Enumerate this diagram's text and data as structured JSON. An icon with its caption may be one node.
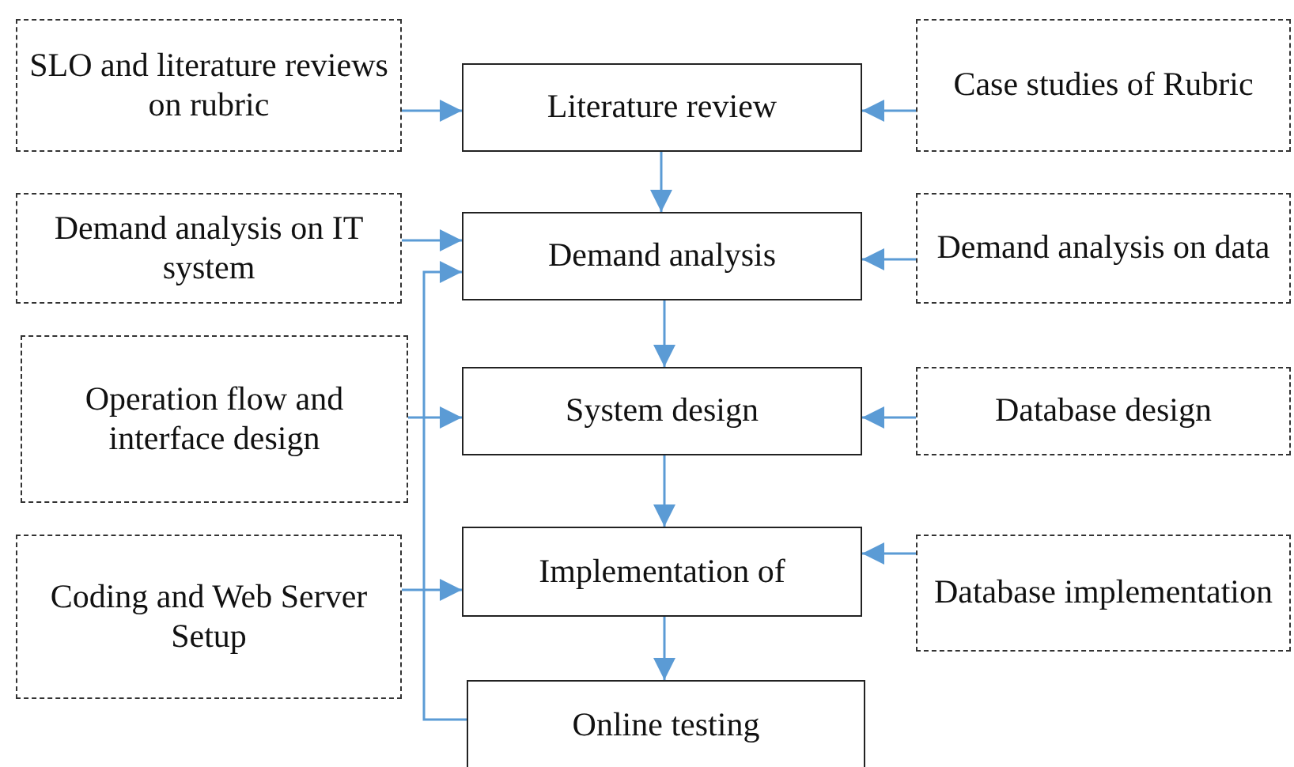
{
  "diagram": {
    "nodes": [
      {
        "text": [
          "SLO and literature reviews on rubric"
        ]
      },
      {
        "text": [
          "Literature review"
        ]
      },
      {
        "text": [
          "Case studies of Rubric"
        ]
      },
      {
        "text": [
          "Demand analysis on IT system"
        ]
      },
      {
        "text": [
          "Demand analysis"
        ]
      },
      {
        "text": [
          "Demand analysis on data"
        ]
      },
      {
        "text": [
          "Operation flow and interface design"
        ]
      },
      {
        "text": [
          "System design"
        ]
      },
      {
        "text": [
          "Database design"
        ]
      },
      {
        "text": [
          "Coding and Web Server Setup"
        ]
      },
      {
        "text": [
          "Implementation of"
        ]
      },
      {
        "text": [
          "Database implementation"
        ]
      },
      {
        "text": [
          "Online testing"
        ]
      }
    ],
    "edges": [
      {
        "from": 0,
        "to": 1,
        "arrow": "to"
      },
      {
        "from": 2,
        "to": 1,
        "arrow": "to"
      },
      {
        "from": 1,
        "to": 4,
        "arrow": "to"
      },
      {
        "from": 3,
        "to": 4,
        "arrow": "to"
      },
      {
        "from": 5,
        "to": 4,
        "arrow": "to"
      },
      {
        "from": 12,
        "to": 4,
        "arrow": "to"
      },
      {
        "from": 4,
        "to": 7,
        "arrow": "to"
      },
      {
        "from": 6,
        "to": 7,
        "arrow": "to"
      },
      {
        "from": 8,
        "to": 7,
        "arrow": "to"
      },
      {
        "from": 7,
        "to": 10,
        "arrow": "to"
      },
      {
        "from": 9,
        "to": 10,
        "arrow": "to"
      },
      {
        "from": 11,
        "to": 10,
        "arrow": "to"
      },
      {
        "from": 10,
        "to": 12,
        "arrow": "to"
      }
    ]
  }
}
